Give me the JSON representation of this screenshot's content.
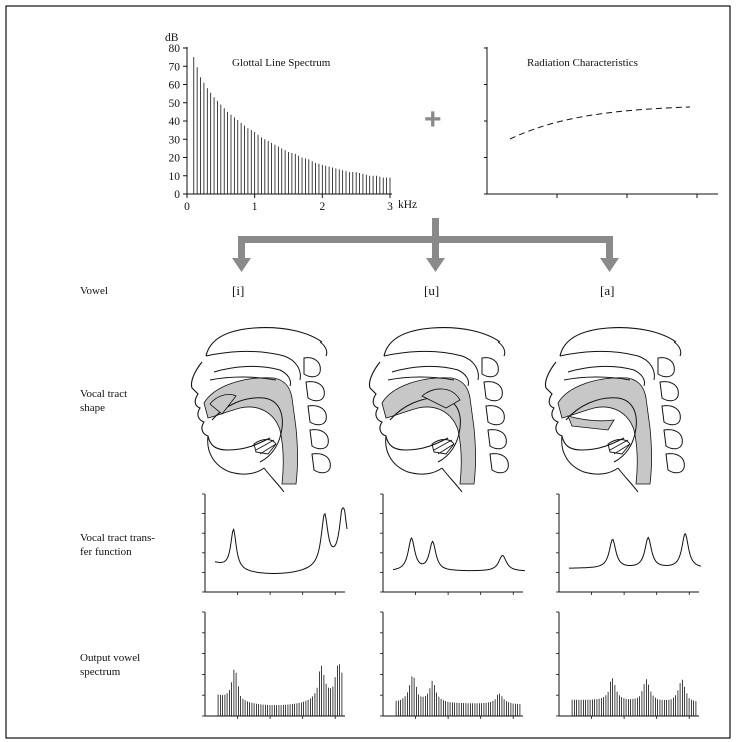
{
  "glottal": {
    "title": "Glottal Line Spectrum",
    "y_unit": "dB",
    "x_unit": "kHz",
    "y_ticks": [
      "0",
      "10",
      "20",
      "30",
      "40",
      "50",
      "60",
      "70",
      "80"
    ],
    "x_ticks": [
      "0",
      "1",
      "2",
      "3"
    ],
    "plus_sign": "+"
  },
  "radiation": {
    "title": "Radiation Characteristics"
  },
  "rows": {
    "vowel": "Vowel",
    "vocal_tract_1": "Vocal tract",
    "vocal_tract_2": "shape",
    "transfer_1": "Vocal tract trans-",
    "transfer_2": "fer function",
    "output_1": "Output vowel",
    "output_2": "spectrum"
  },
  "vowels": [
    "[i]",
    "[u]",
    "[a]"
  ],
  "colors": {
    "arrow": "#8a8a8a",
    "tract": "#c7c7c7",
    "line": "#111111"
  },
  "chart_data": [
    {
      "type": "bar",
      "title": "Glottal Line Spectrum",
      "ylabel": "dB",
      "xlabel": "kHz",
      "xlim": [
        0,
        3
      ],
      "ylim": [
        0,
        80
      ],
      "harmonic_spacing_khz": 0.1,
      "x": [
        0.1,
        0.2,
        0.3,
        0.4,
        0.5,
        0.6,
        0.7,
        0.8,
        0.9,
        1.0,
        1.1,
        1.2,
        1.3,
        1.4,
        1.5,
        1.6,
        1.7,
        1.8,
        1.9,
        2.0,
        2.1,
        2.2,
        2.3,
        2.4,
        2.5,
        2.6,
        2.7,
        2.8,
        2.9,
        3.0
      ],
      "values": [
        75,
        64,
        58,
        53,
        49,
        45,
        42,
        39,
        36,
        34,
        31,
        29,
        27,
        25,
        23,
        22,
        20,
        19,
        17,
        16,
        15,
        14,
        13,
        12,
        12,
        11,
        10,
        10,
        9,
        9
      ]
    },
    {
      "type": "line",
      "title": "Radiation Characteristics",
      "style": "dashed",
      "shape": "rising, saturating"
    }
  ]
}
